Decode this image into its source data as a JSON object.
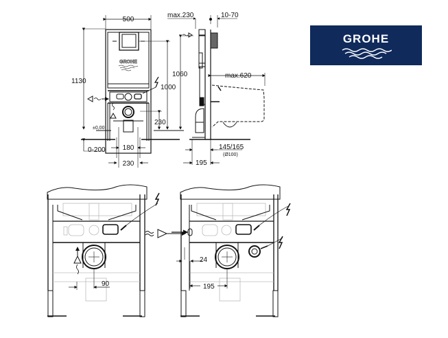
{
  "brand": {
    "name": "GROHE",
    "color": "#0f2a5b",
    "text_color": "#ffffff"
  },
  "front_view": {
    "width_label": "500",
    "height_label": "1130",
    "actuator_height_label": "1000",
    "drain_height_label": "230",
    "floor_level_label": "±0,00",
    "floor_adjust_label": "0-200",
    "inner_width_label": "180",
    "outer_width_label": "230",
    "frame_logo": "GROHE"
  },
  "side_view": {
    "depth_label": "max.230",
    "wall_label": "10-70",
    "supply_height_label": "1060",
    "bowl_projection_label": "max.620",
    "drain_offset_label": "145/165",
    "drain_diameter_label": "(Ø100)",
    "base_depth_label": "195"
  },
  "detail_left": {
    "dim_label": "90"
  },
  "detail_right": {
    "dim_small_label": "24",
    "dim_large_label": "195"
  },
  "icons": {
    "electrical": "lightning-bolt-icon",
    "water_supply": "water-supply-arrow-icon",
    "drain": "drain-arrow-icon"
  }
}
